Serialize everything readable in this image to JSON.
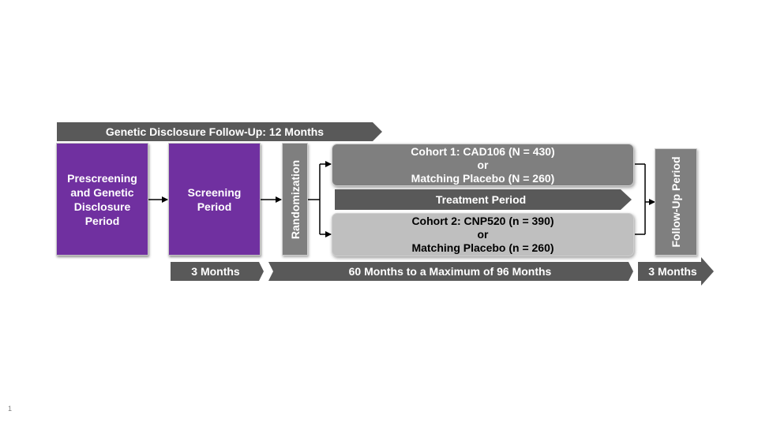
{
  "banners": {
    "genetic_followup": "Genetic Disclosure Follow-Up: 12 Months",
    "treatment": "Treatment Period",
    "duration_screening": "3 Months",
    "duration_treatment": "60 Months to a Maximum of 96 Months",
    "duration_followup": "3 Months"
  },
  "boxes": {
    "prescreening": "Prescreening\nand Genetic\nDisclosure\nPeriod",
    "screening": "Screening\nPeriod",
    "randomization": "Randomization",
    "followup": "Follow-Up Period"
  },
  "cohorts": {
    "cohort1": "Cohort 1: CAD106 (N = 430)\nor\nMatching Placebo (N = 260)",
    "cohort2": "Cohort 2: CNP520 (n = 390)\nor\nMatching Placebo (n = 260)"
  },
  "colors": {
    "purple": "#7030a0",
    "dark_gray": "#595959",
    "mid_gray": "#7f7f7f",
    "light_gray": "#bfbfbf"
  },
  "page_number": "1"
}
